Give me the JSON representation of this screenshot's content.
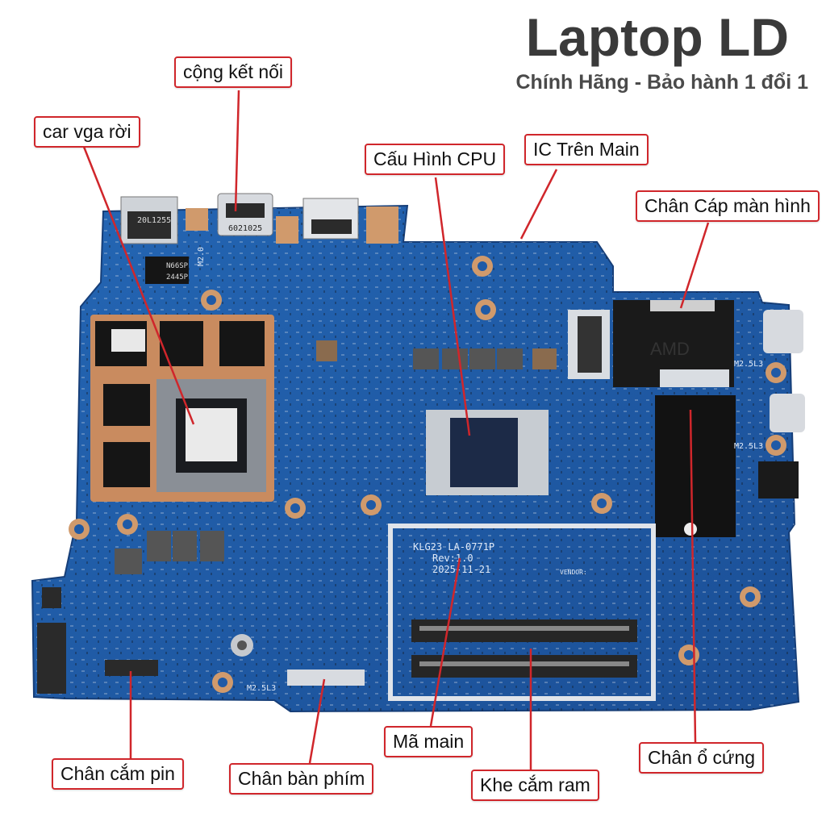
{
  "brand": {
    "title": "Laptop LD",
    "subtitle": "Chính Hãng - Bảo hành 1 đổi 1"
  },
  "callouts": {
    "port": "cộng kết nối",
    "vga": "car vga rời",
    "cpu": "Cấu Hình CPU",
    "ic": "IC Trên Main",
    "display": "Chân Cáp màn hình",
    "battery": "Chân cắm pin",
    "keyboard": "Chân bàn phím",
    "model": "Mã main",
    "ram": "Khe cắm ram",
    "storage": "Chân ổ cứng"
  },
  "board": {
    "model_line": "KLG23 LA-0771P",
    "rev_line": "Rev:1.0",
    "date_line": "2025-11-21",
    "vendor": "VENDOR:",
    "hdmi_code": "6021025",
    "lan_code": "20L1255",
    "chip_code": "N66SP",
    "chip_code2": "2445P",
    "screw_left": "M2.5L3",
    "screw_right": "M2.5L3",
    "screw_right2": "M2.5L3",
    "cover_text": "AMD",
    "cooler_text": "M2.0"
  },
  "colors": {
    "callout_border": "#d0262b",
    "arrow": "#d0262b",
    "pcb": "#1f5aa6",
    "copper": "#c98b5f",
    "title": "#3a3a3a"
  }
}
